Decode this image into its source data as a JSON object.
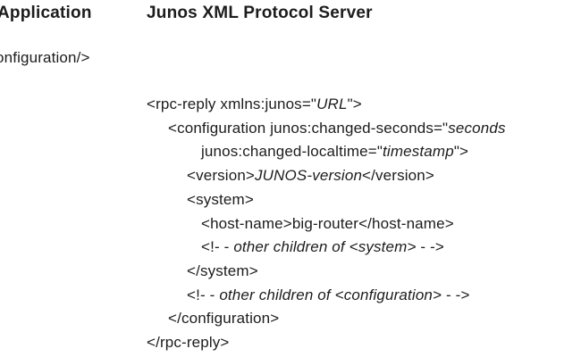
{
  "header": {
    "left_title": "Application",
    "right_title": "Junos XML Protocol Server"
  },
  "client": {
    "command_fragment": "onfiguration/>"
  },
  "server_reply": {
    "lines": [
      {
        "indent": 0,
        "segments": [
          {
            "text": "<rpc-reply xmlns:junos=\"",
            "style": "normal"
          },
          {
            "text": "URL",
            "style": "italic"
          },
          {
            "text": "\">",
            "style": "normal"
          }
        ]
      },
      {
        "indent": 1,
        "segments": [
          {
            "text": "<configuration junos:changed-seconds=\"",
            "style": "normal"
          },
          {
            "text": "seconds",
            "style": "italic"
          }
        ]
      },
      {
        "indent": 3,
        "segments": [
          {
            "text": "junos:changed-localtime=\"",
            "style": "normal"
          },
          {
            "text": "timestamp",
            "style": "italic"
          },
          {
            "text": "\">",
            "style": "normal"
          }
        ]
      },
      {
        "indent": 2,
        "segments": [
          {
            "text": "<version>",
            "style": "normal"
          },
          {
            "text": "JUNOS-version",
            "style": "italic"
          },
          {
            "text": "</version>",
            "style": "normal"
          }
        ]
      },
      {
        "indent": 2,
        "segments": [
          {
            "text": "<system>",
            "style": "normal"
          }
        ]
      },
      {
        "indent": 3,
        "segments": [
          {
            "text": "<host-name>big-router</host-name>",
            "style": "normal"
          }
        ]
      },
      {
        "indent": 3,
        "segments": [
          {
            "text": "<!- - ",
            "style": "normal"
          },
          {
            "text": "other children of <system>",
            "style": "italic"
          },
          {
            "text": " - ->",
            "style": "normal"
          }
        ]
      },
      {
        "indent": 2,
        "segments": [
          {
            "text": "</system>",
            "style": "normal"
          }
        ]
      },
      {
        "indent": 2,
        "segments": [
          {
            "text": "<!- - ",
            "style": "normal"
          },
          {
            "text": "other children of <configuration>",
            "style": "italic"
          },
          {
            "text": " - ->",
            "style": "normal"
          }
        ]
      },
      {
        "indent": 1,
        "segments": [
          {
            "text": "</configuration>",
            "style": "normal"
          }
        ]
      },
      {
        "indent": 0,
        "segments": [
          {
            "text": "</rpc-reply>",
            "style": "normal"
          }
        ]
      }
    ]
  },
  "colors": {
    "background": "#ffffff",
    "text": "#1c1c1c"
  }
}
